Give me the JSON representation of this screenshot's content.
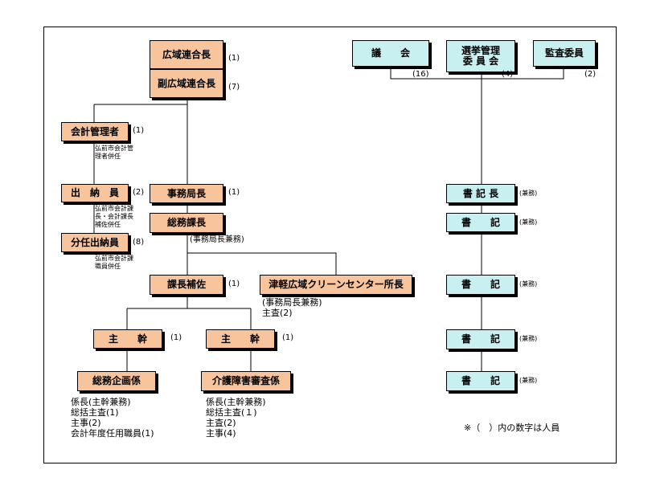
{
  "boxes": {
    "koiki_rengo_cho": "広域連合長",
    "fuku_koiki_rengo_cho": "副広域連合長",
    "kaikei_kanrisha": "会計管理者",
    "suitou_in": "出　納　員",
    "bunnin_suitou_in": "分任出納員",
    "jimu_kyoku_cho": "事務局長",
    "somu_kacho": "総務課長",
    "kacho_hosa": "課長補佐",
    "clean_center": "津軽広域クリーンセンター所長",
    "shukan_1": "主　　幹",
    "shukan_2": "主　　幹",
    "somu_kikaku": "総務企画係",
    "kaigo_shogai": "介護障害審査係",
    "gikai": "議　　会",
    "senkyo": "選挙管理\n委 員 会",
    "kansa": "監査委員",
    "shoki_cho": "書 記 長",
    "shoki_1": "書　　記",
    "shoki_2": "書　　記",
    "shoki_3": "書　　記",
    "shoki_4": "書　　記"
  },
  "counts": {
    "koiki_rengo_cho": "(1)",
    "fuku_koiki_rengo_cho": "(7)",
    "kaikei_kanrisha": "(1)",
    "suitou_in": "(2)",
    "bunnin_suitou_in": "(8)",
    "jimu_kyoku_cho": "(1)",
    "kacho_hosa": "(1)",
    "shukan_1": "(1)",
    "shukan_2": "(1)",
    "gikai": "(16)",
    "senkyo": "(4)",
    "kansa": "(2)"
  },
  "kenmu": {
    "shoki_cho": "(兼務)",
    "shoki_1": "(兼務)",
    "shoki_2": "(兼務)",
    "shoki_3": "(兼務)",
    "shoki_4": "(兼務)"
  },
  "notes": {
    "kaikei_kanrisha": "弘前市会計管\n理者併任",
    "suitou_in": "弘前市会計課\n長・会計課長\n補佐併任",
    "bunnin_suitou_in": "弘前市会計課\n職員併任",
    "somu_kacho": "(事務局長兼務)",
    "clean_center": "(事務局長兼務)\n主査(2)",
    "somu_kikaku": "係長(主幹兼務)\n総括主査(1)\n主事(2)\n会計年度任用職員(1)",
    "kaigo_shogai": "係長(主幹兼務)\n総括主査(１)\n主査(2)\n主事(4)"
  },
  "legend": "※（　）内の数字は人員"
}
